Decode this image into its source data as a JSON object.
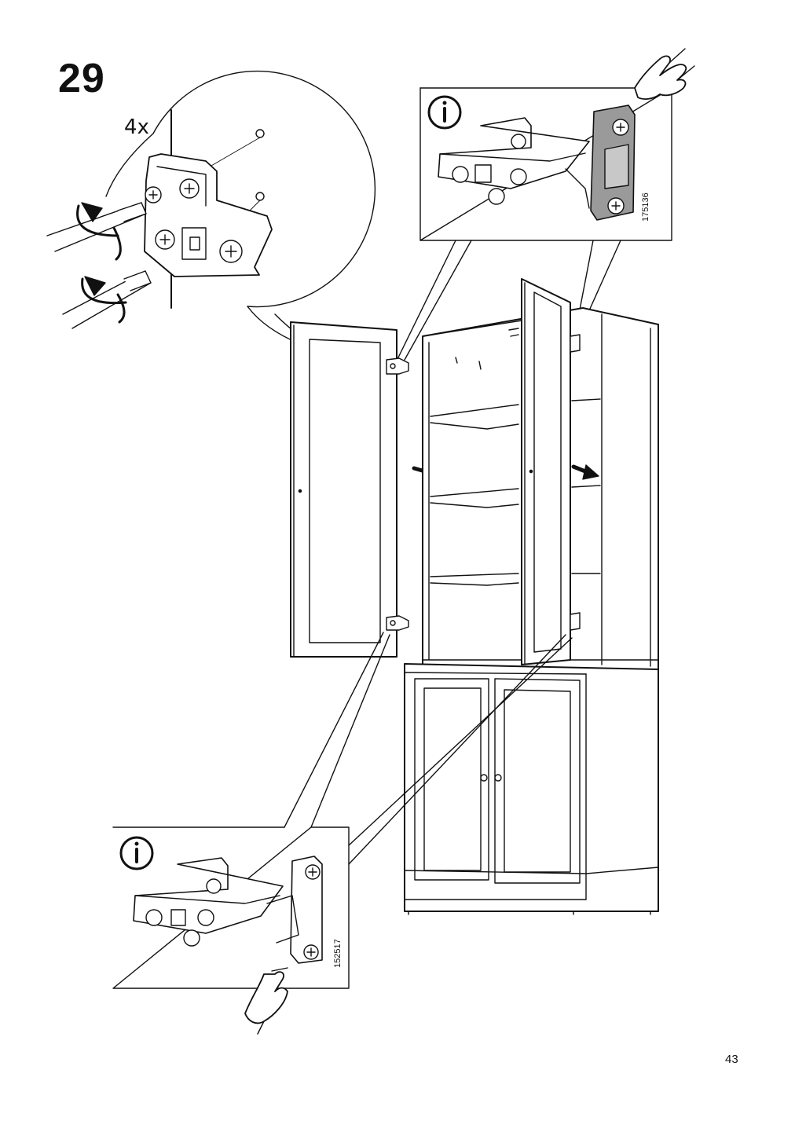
{
  "step": {
    "number": "29"
  },
  "detail": {
    "quantity": "4x"
  },
  "info_top": {
    "article_number": "175136",
    "info_icon": "info-icon",
    "hand_icon": "hand-press-icon"
  },
  "info_bottom": {
    "article_number": "152517",
    "info_icon": "info-icon",
    "hand_icon": "hand-press-icon"
  },
  "footer": {
    "page_number": "43"
  },
  "colors": {
    "ink": "#111111",
    "hinge_plate": "#9a9a9a",
    "paper": "#ffffff"
  }
}
